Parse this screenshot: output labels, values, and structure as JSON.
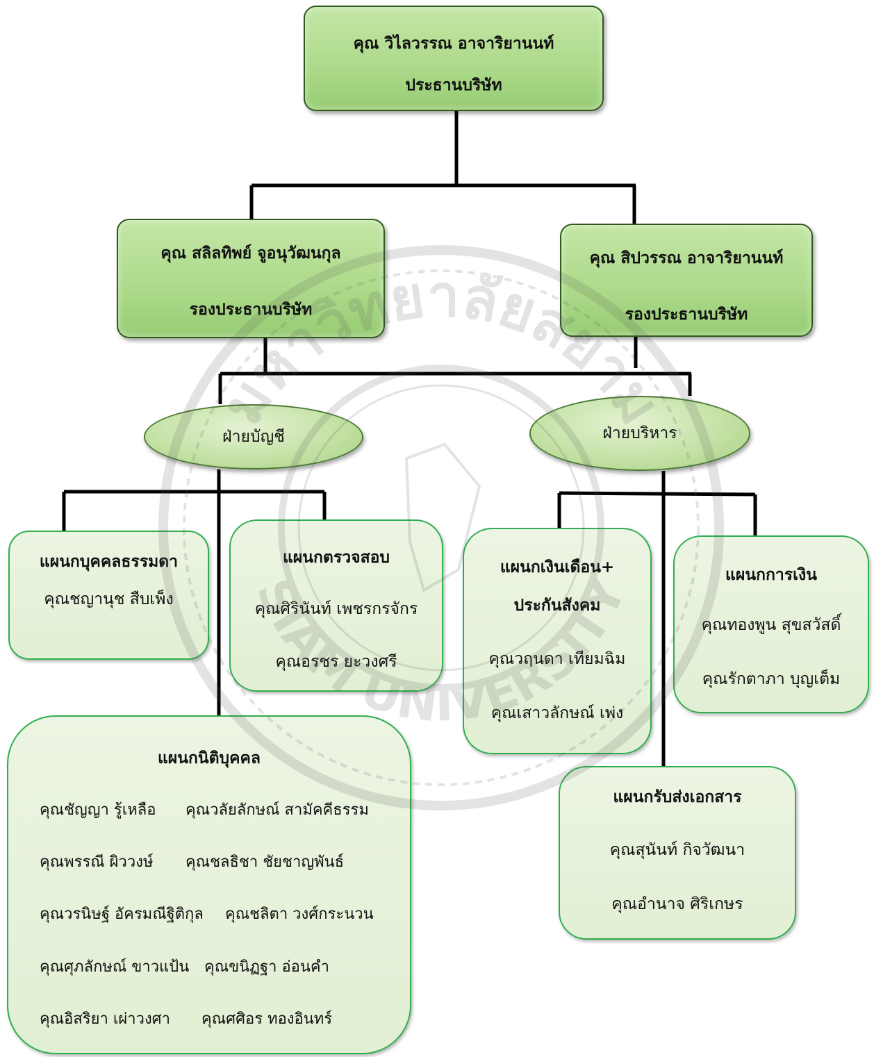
{
  "president": {
    "name": "คุณ วิไลวรรณ   อาจาริยานนท์",
    "title": "ประธานบริษัท"
  },
  "vp_left": {
    "name": "คุณ สลิลทิพย์ จูอนุวัฒนกุล",
    "title": "รองประธานบริษัท"
  },
  "vp_right": {
    "name": "คุณ สิปวรรณ อาจาริยานนท์",
    "title": "รองประธานบริษัท"
  },
  "division_accounting": "ฝ่ายบัญชี",
  "division_admin": "ฝ่ายบริหาร",
  "dept_individual": {
    "title": "แผนกบุคคลธรรมดา",
    "members": [
      "คุณชญานุช สืบเพ็ง"
    ]
  },
  "dept_audit": {
    "title": "แผนกตรวจสอบ",
    "members": [
      "คุณศิรินันท์ เพชรกรจักร",
      "คุณอรชร   ยะวงศรี"
    ]
  },
  "dept_juristic": {
    "title": "แผนกนิติบุคคล",
    "members_left": [
      "คุณชัญญา รู้เหลือ",
      "คุณพรรณี ผิววงษ์",
      "คุณวรนิษฐ์ อัครมณีฐิติกุล",
      "คุณศุภลักษณ์ ขาวแป้น",
      "คุณอิสริยา เผ่าวงศา"
    ],
    "members_right": [
      "คุณวลัยลักษณ์ สามัคคีธรรม",
      "คุณชลธิชา ชัยชาญพันธ์",
      "คุณชลิตา วงศ์กระนวน",
      "คุณขนิฏฐา อ่อนคำ",
      "คุณศศิอร ทองอินทร์"
    ]
  },
  "dept_payroll": {
    "title_line1": "แผนกเงินเดือน+",
    "title_line2": "ประกันสังคม",
    "members": [
      "คุณวฤนดา เทียมฉิม",
      "คุณเสาวลักษณ์ เพ่ง"
    ]
  },
  "dept_finance": {
    "title": "แผนกการเงิน",
    "members": [
      "คุณทองพูน สุขสวัสดิ์",
      "คุณรักตาภา บุญเต็ม"
    ]
  },
  "dept_documents": {
    "title": "แผนกรับส่งเอกสาร",
    "members": [
      "คุณสุนันท์ กิจวัฒนา",
      "คุณอำนาจ ศิริเกษร"
    ]
  },
  "watermark": {
    "top": "มหาวิทยาลัยสยาม",
    "bottom": "SIAM UNIVERSITY"
  }
}
